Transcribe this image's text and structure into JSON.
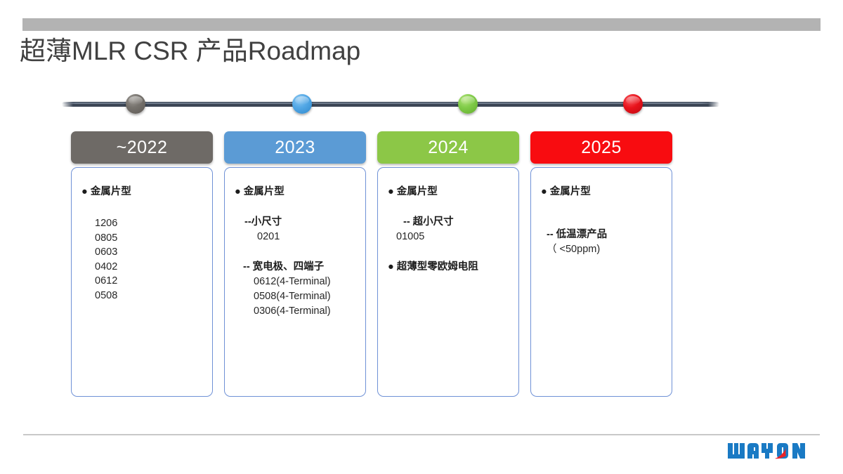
{
  "slide": {
    "title": "超薄MLR CSR 产品Roadmap"
  },
  "colors": {
    "top_bar": "#b3b3b3",
    "title_text": "#404040",
    "card_border": "#6f91d6",
    "timeline_rail": "#3c4655",
    "footer_rule": "#c8c8c8",
    "logo_blue": "#1a7ac4",
    "logo_red": "#e8232a"
  },
  "timeline": {
    "milestones": [
      {
        "name": "milestone-2022",
        "color": "#6e6a66",
        "left_pct": 11.2
      },
      {
        "name": "milestone-2023",
        "color": "#4fa3e3",
        "left_pct": 36.5
      },
      {
        "name": "milestone-2024",
        "color": "#7ac943",
        "left_pct": 61.8
      },
      {
        "name": "milestone-2025",
        "color": "#e8121b",
        "left_pct": 86.9
      }
    ]
  },
  "columns": [
    {
      "key": "col2022",
      "header": "~2022",
      "header_color": "#6e6a66",
      "bullet": "● 金属片型",
      "sizes": [
        "1206",
        "0805",
        "0603",
        "0402",
        "0612",
        "0508"
      ]
    },
    {
      "key": "col2023",
      "header": "2023",
      "header_color": "#5b9bd5",
      "bullet": "● 金属片型",
      "group1_head": "--小尺寸",
      "group1_items": [
        "0201"
      ],
      "group2_head": "-- 宽电极、四端子",
      "group2_items": [
        "0612(4-Terminal)",
        "0508(4-Terminal)",
        "0306(4-Terminal)"
      ]
    },
    {
      "key": "col2024",
      "header": "2024",
      "header_color": "#8cc747",
      "bullet": "● 金属片型",
      "group1_head": "-- 超小尺寸",
      "group1_items": [
        "01005"
      ],
      "bullet2": "● 超薄型零欧姆电阻"
    },
    {
      "key": "col2025",
      "header": "2025",
      "header_color": "#f80c10",
      "bullet": "● 金属片型",
      "group1_head": "-- 低温漂产品",
      "group1_items": [
        "（ <50ppm)"
      ]
    }
  ],
  "footer": {
    "logo_text": "WAYON"
  }
}
